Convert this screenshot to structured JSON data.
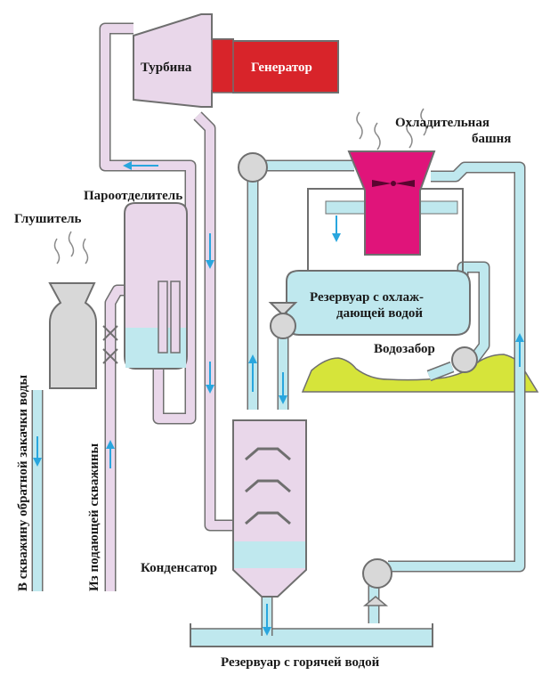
{
  "labels": {
    "turbine": "Турбина",
    "generator": "Генератор",
    "cooling_tower_line1": "Охладительная",
    "cooling_tower_line2": "башня",
    "separator": "Пароотделитель",
    "silencer": "Глушитель",
    "cooling_reservoir_line1": "Резервуар с охлаж-",
    "cooling_reservoir_line2": "дающей водой",
    "water_intake": "Водозабор",
    "condenser": "Конденсатор",
    "hot_reservoir": "Резервуар с горячей водой",
    "reinjection_well": "В скважину обратной закачки воды",
    "production_well": "Из подающей скважины"
  },
  "colors": {
    "steam_pink": "#e9d7ea",
    "water_blue": "#bfe8ee",
    "generator_red": "#d8242a",
    "tower_magenta": "#e0147a",
    "ground_yellow": "#d6e43a",
    "silencer_grey": "#d8d8d8",
    "flow_arrow_blue": "#29a6de",
    "outline": "#6f6f6f"
  }
}
